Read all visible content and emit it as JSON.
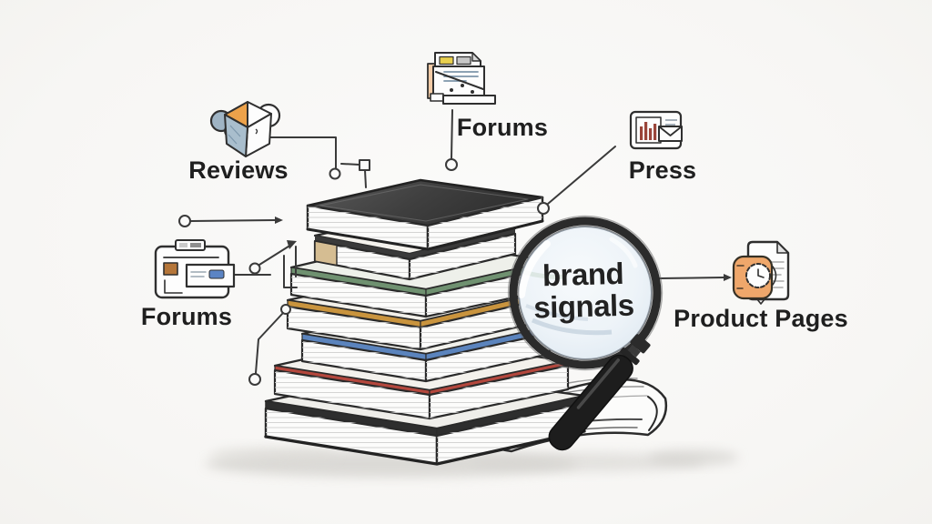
{
  "scene": {
    "description": "Hand-drawn illustration of a stack of books examined by a magnifying glass, with labeled sources connected by lines",
    "background": "#f8f7f5"
  },
  "magnifier": {
    "line1": "brand",
    "line2": "signals"
  },
  "labels": {
    "reviews": {
      "text": "Reviews",
      "icon": "cube-chat-icon"
    },
    "forums_top": {
      "text": "Forums",
      "icon": "documents-trend-icon"
    },
    "press": {
      "text": "Press",
      "icon": "news-chart-envelope-icon"
    },
    "forums_left": {
      "text": "Forums",
      "icon": "clipboard-card-icon"
    },
    "product_pages": {
      "text": "Product Pages",
      "icon": "document-badge-icon"
    }
  },
  "colors": {
    "ink": "#2a2a2a",
    "label_text": "#1f1f1f",
    "lens_fill": "#eef3f8",
    "book_black": "#454545",
    "book_tan": "#d5bd92",
    "book_green": "#6f9170",
    "book_orange": "#c9943e",
    "book_blue": "#5b84bd",
    "book_red": "#b4473d",
    "icon_orange": "#efa76b",
    "icon_yellow": "#e7cf4e",
    "icon_blue": "#5b84c4",
    "icon_maroon": "#9a453a",
    "icon_peach": "#f2cba6",
    "icon_bluegray": "#a9becd"
  }
}
